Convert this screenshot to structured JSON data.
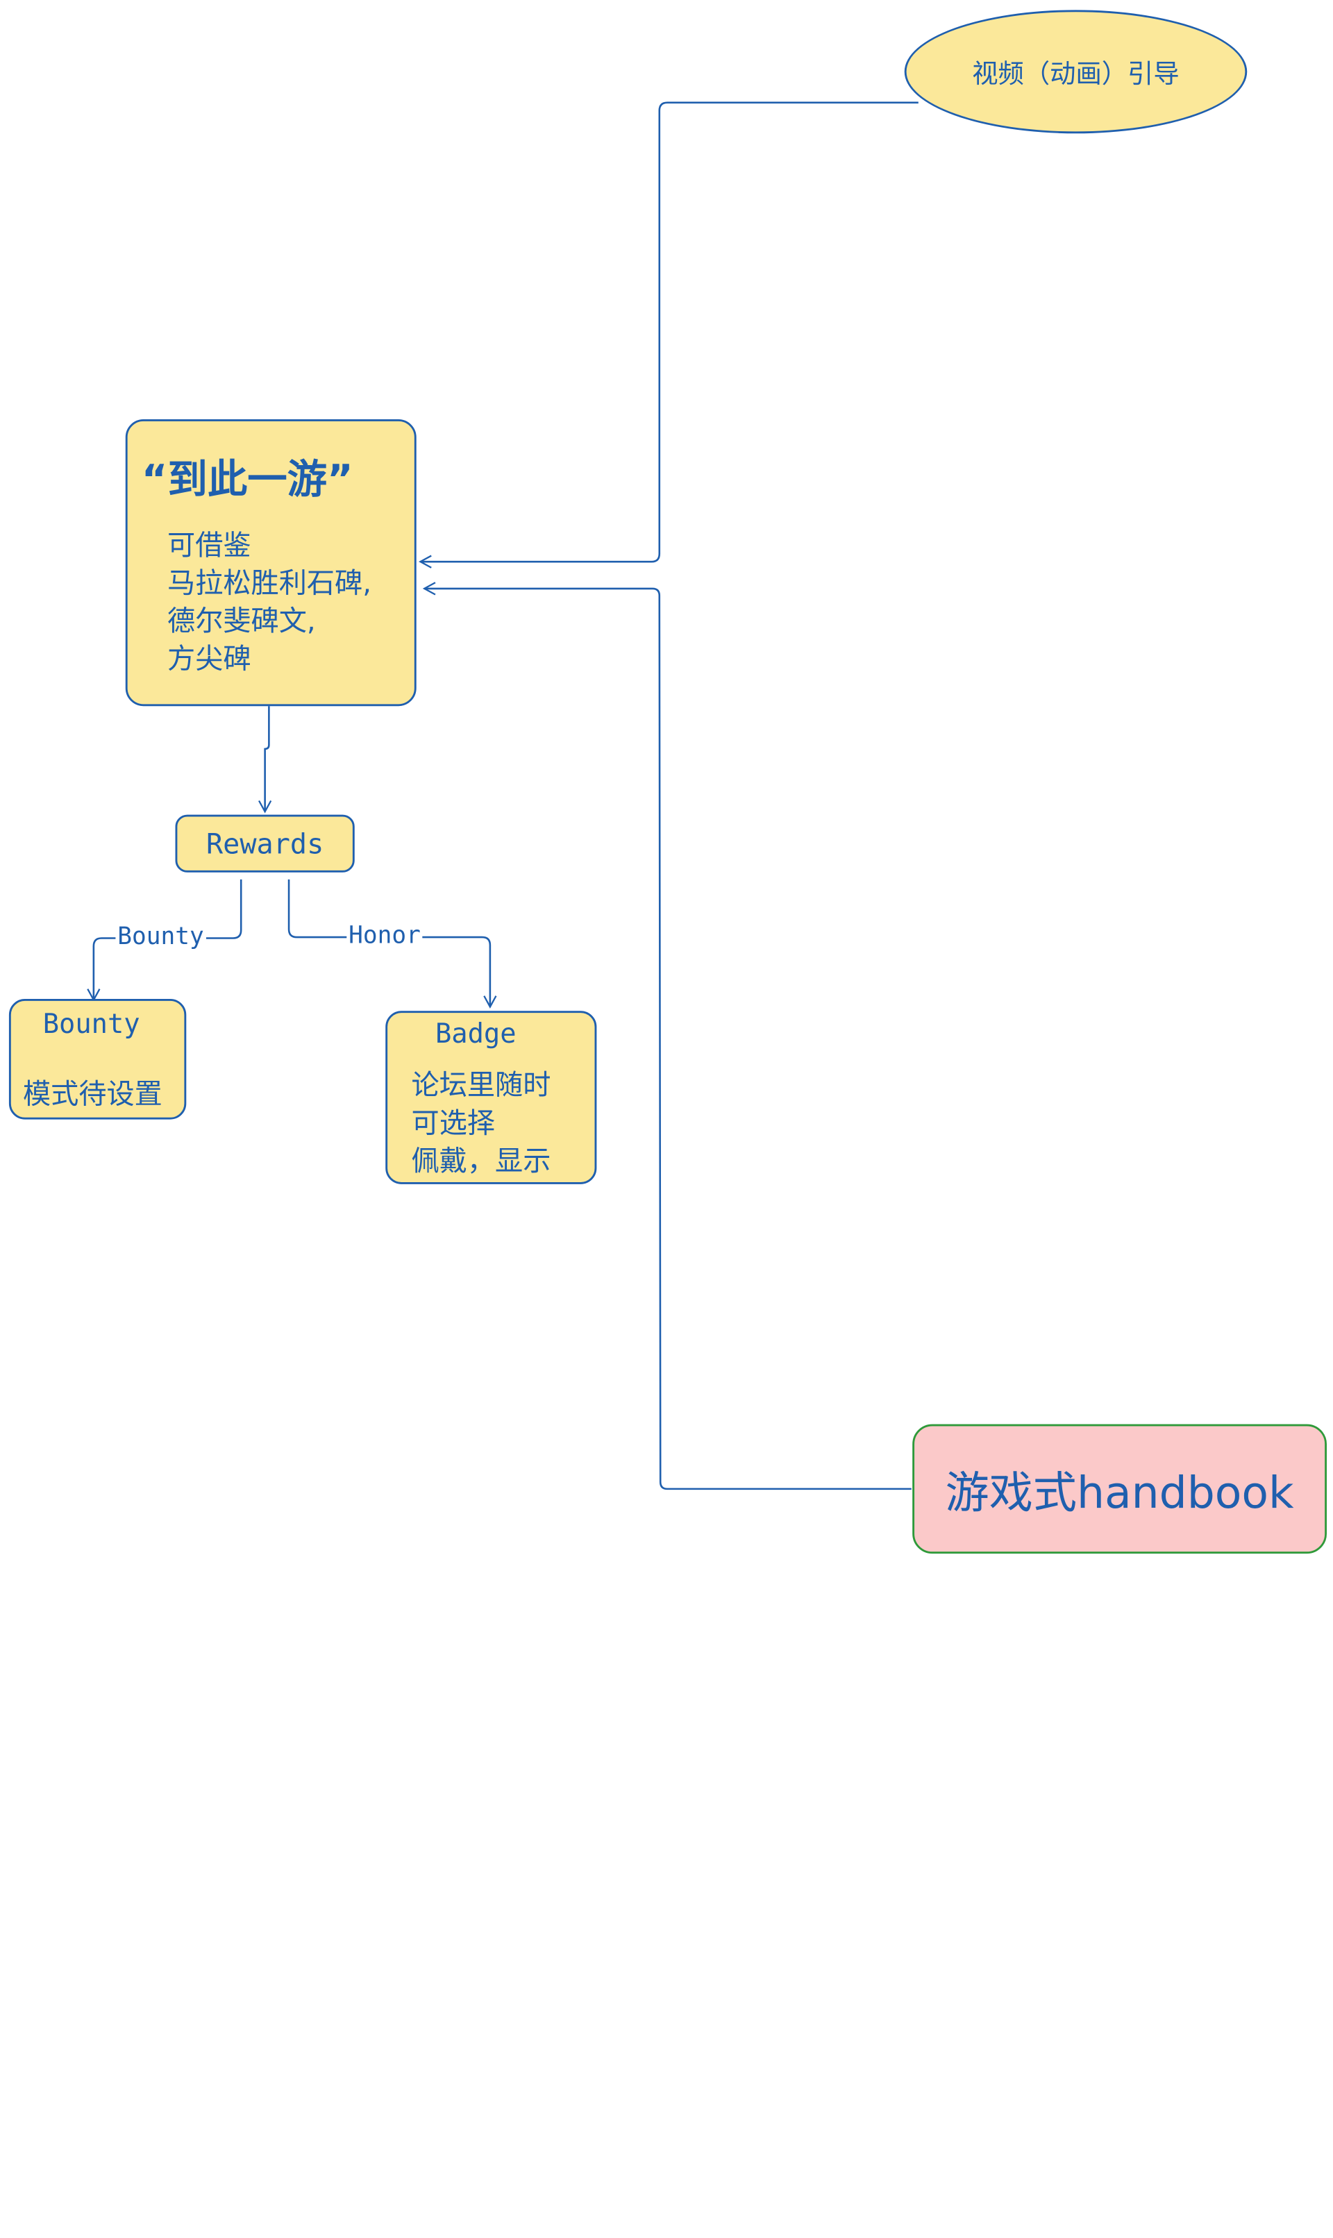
{
  "nodes": {
    "video_guide": {
      "label": "视频（动画）引导"
    },
    "main_card": {
      "title": "“到此一游”",
      "lines": [
        "可借鉴",
        "马拉松胜利石碑,",
        "德尔斐碑文,",
        "方尖碑"
      ]
    },
    "rewards": {
      "label": "Rewards"
    },
    "bounty": {
      "title": "Bounty",
      "body": "模式待设置"
    },
    "badge": {
      "title": "Badge",
      "lines": [
        "论坛里随时",
        "可选择",
        "佩戴，显示"
      ]
    },
    "handbook": {
      "label": "游戏式handbook"
    }
  },
  "edges": {
    "bounty_label": "Bounty",
    "honor_label": "Honor"
  },
  "colors": {
    "stroke_blue": "#1f5fae",
    "fill_yellow": "#fbe89a",
    "fill_pink": "#fbc9c9",
    "stroke_green": "#2f9a3a"
  }
}
